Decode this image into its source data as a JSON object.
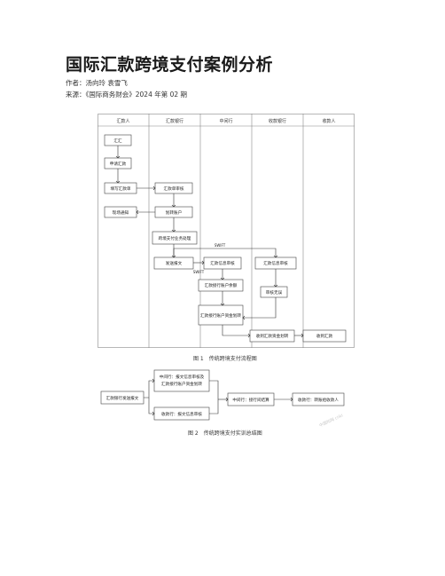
{
  "article": {
    "title": "国际汇款跨境支付案例分析",
    "author": "作者：汤向玲 袁雪飞",
    "source": "来源：《国际商务财会》2024 年第 02 期"
  },
  "figure1": {
    "caption": "图 1　传统跨境支付流程图",
    "lanes": [
      "汇款人",
      "汇款银行",
      "中间行",
      "收款银行",
      "收款人"
    ],
    "boxes": {
      "remit": "汇汇",
      "apply": "申请汇款",
      "fill": "填写汇款单",
      "confirm": "现场通知",
      "review": "汇款单审核",
      "debit": "划转账户",
      "process": "跨境支付业务处理",
      "send": "发送报文",
      "info_check": "汇款信息审核",
      "transfer": "汇款接行账户余额",
      "recv_check": "汇款信息审核",
      "no_reply": "审核无误",
      "fund": "汇款接行账户资金划转",
      "recv_fund": "收到汇款资金划转",
      "receive": "收到汇款"
    },
    "labels": {
      "swift1": "SWIFT",
      "swift2": "SWIFT"
    }
  },
  "figure2": {
    "caption": "图 2　传统跨境支付实训总结图",
    "boxes": {
      "start": "汇款银行发送报文",
      "mid_top_1": "中间行：报文信息审核及",
      "mid_top_2": "汇款接行账户资金划转",
      "mid_bottom": "收款行：报文信息审核",
      "mid_right": "中间行：接行间结算",
      "end": "收款行：转账给收款人"
    },
    "watermark": "中国知网 cnki"
  }
}
